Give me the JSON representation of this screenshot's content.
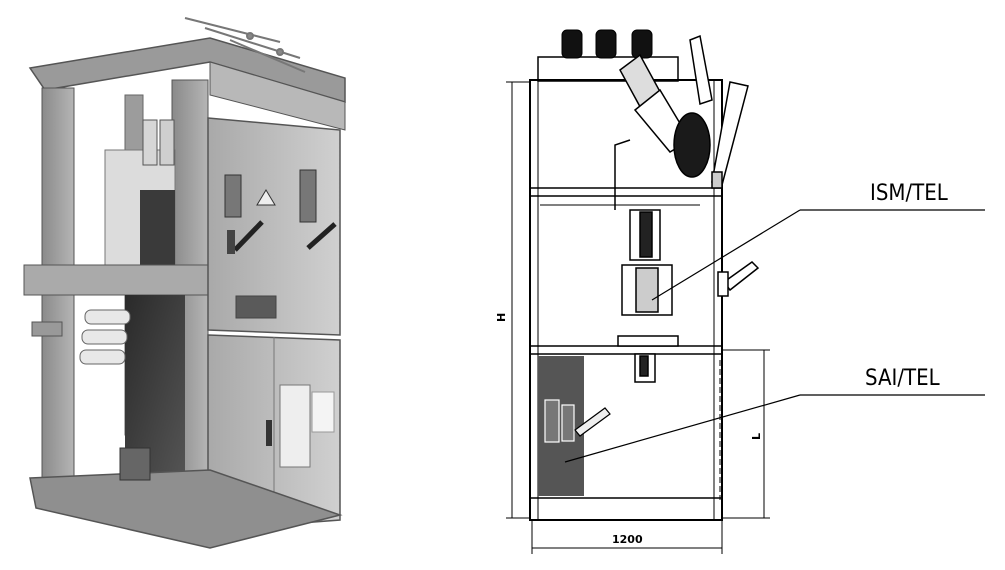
{
  "diagram": {
    "photo": {
      "subject": "switchgear-cabinet-photo"
    },
    "drawing": {
      "callouts": [
        {
          "id": "ism",
          "label": "ISM/TEL"
        },
        {
          "id": "sai",
          "label": "SAI/TEL"
        }
      ],
      "dimensions": {
        "height_label": "H",
        "lower_height_label": "L",
        "width_label": "1200"
      }
    }
  }
}
